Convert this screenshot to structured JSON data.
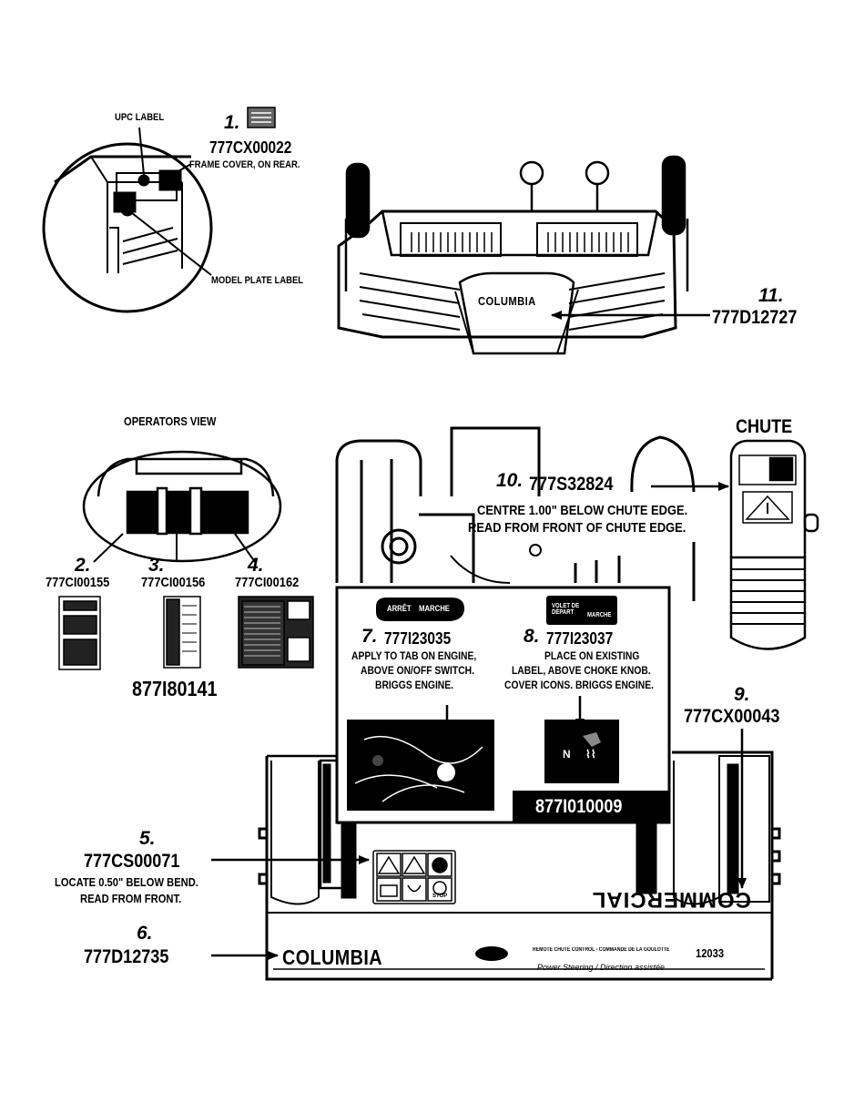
{
  "top_left": {
    "upc_label": "UPC LABEL",
    "model_plate_label": "MODEL PLATE LABEL"
  },
  "item1": {
    "num": "1.",
    "part": "777CX00022",
    "desc": "FRAME COVER, ON REAR."
  },
  "item11": {
    "num": "11.",
    "part": "777D12727"
  },
  "housing_brand": "COLUMBIA",
  "operators_view": {
    "title": "OPERATORS VIEW"
  },
  "item2": {
    "num": "2.",
    "part": "777CI00155"
  },
  "item3": {
    "num": "3.",
    "part": "777CI00156"
  },
  "item4": {
    "num": "4.",
    "part": "777CI00162"
  },
  "kit_number": "877I80141",
  "chute": {
    "title": "CHUTE"
  },
  "item10": {
    "num": "10.",
    "part": "777S32824",
    "line1": "CENTRE 1.00\" BELOW CHUTE EDGE.",
    "line2": "READ FROM FRONT OF CHUTE EDGE."
  },
  "item7": {
    "num": "7.",
    "part": "777I23035",
    "line1": "APPLY TO TAB ON ENGINE,",
    "line2": "ABOVE ON/OFF SWITCH.",
    "line3": "BRIGGS ENGINE.",
    "decal_left": "ARRÊT",
    "decal_right": "MARCHE"
  },
  "item8": {
    "num": "8.",
    "part": "777I23037",
    "line1": "PLACE ON EXISTING",
    "line2": "LABEL, ABOVE CHOKE KNOB.",
    "line3": "COVER ICONS. BRIGGS ENGINE.",
    "decal_left": "VOLET DE DÉPART",
    "decal_right": "MARCHE"
  },
  "engine_kit_number": "877I010009",
  "item9": {
    "num": "9.",
    "part": "777CX00043"
  },
  "item5": {
    "num": "5.",
    "part": "777CS00071",
    "line1": "LOCATE 0.50\" BELOW BEND.",
    "line2": "READ FROM FRONT."
  },
  "item6": {
    "num": "6.",
    "part": "777D12735"
  },
  "auger_housing": {
    "commercial": "COMMERCIAL",
    "brand": "COLUMBIA",
    "model": "12033",
    "remote_chute": "REMOTE CHUTE CONTROL - COMMANDE DE LA GOULOTTE",
    "power_steering": "Power Steering / Direction assistée"
  },
  "safety_decal": {
    "stop": "STOP"
  },
  "colors": {
    "ink": "#000000",
    "paper": "#ffffff"
  }
}
